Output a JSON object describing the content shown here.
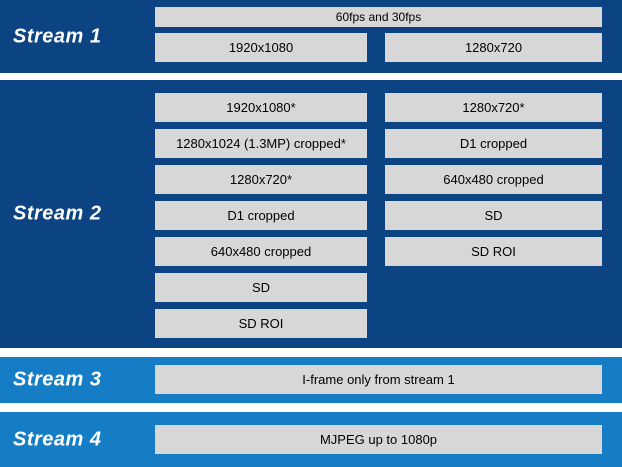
{
  "colors": {
    "dark_blue": "#0b4383",
    "light_blue": "#157dc5",
    "box_gray": "#d7d7d7",
    "text_dark": "#000000",
    "label_white": "#ffffff"
  },
  "streams": [
    {
      "label": "Stream 1",
      "top_box": "60fps and 30fps",
      "left_boxes": [
        "1920x1080"
      ],
      "right_boxes": [
        "1280x720"
      ]
    },
    {
      "label": "Stream 2",
      "left_boxes": [
        "1920x1080*",
        "1280x1024 (1.3MP) cropped*",
        "1280x720*",
        "D1 cropped",
        "640x480 cropped",
        "SD",
        "SD ROI"
      ],
      "right_boxes": [
        "1280x720*",
        "D1 cropped",
        "640x480 cropped",
        "SD",
        "SD ROI"
      ]
    },
    {
      "label": "Stream 3",
      "single_box": "I-frame only from stream 1"
    },
    {
      "label": "Stream 4",
      "single_box": "MJPEG up to 1080p"
    }
  ]
}
